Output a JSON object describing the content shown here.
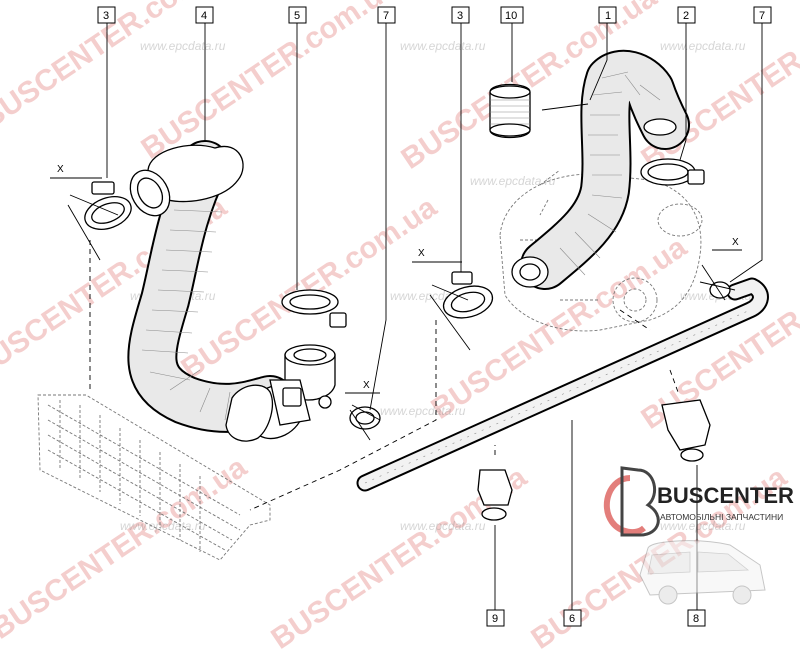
{
  "diagram": {
    "callouts_top": [
      "3",
      "4",
      "5",
      "7",
      "3",
      "10",
      "1",
      "2",
      "7"
    ],
    "callouts_bottom": [
      "9",
      "6",
      "8"
    ],
    "axis_marker": "X"
  },
  "watermarks": {
    "red_text": "BUSCENTER.com.ua",
    "gray_text": "www.epcdata.ru"
  },
  "brand": {
    "name": "BUSCENTER",
    "tagline": "АВТОМОБІЛЬНІ ЗАПЧАСТИНИ",
    "red": "#d9534f",
    "icons": [
      "brand-logo-icon",
      "van-icon"
    ]
  }
}
